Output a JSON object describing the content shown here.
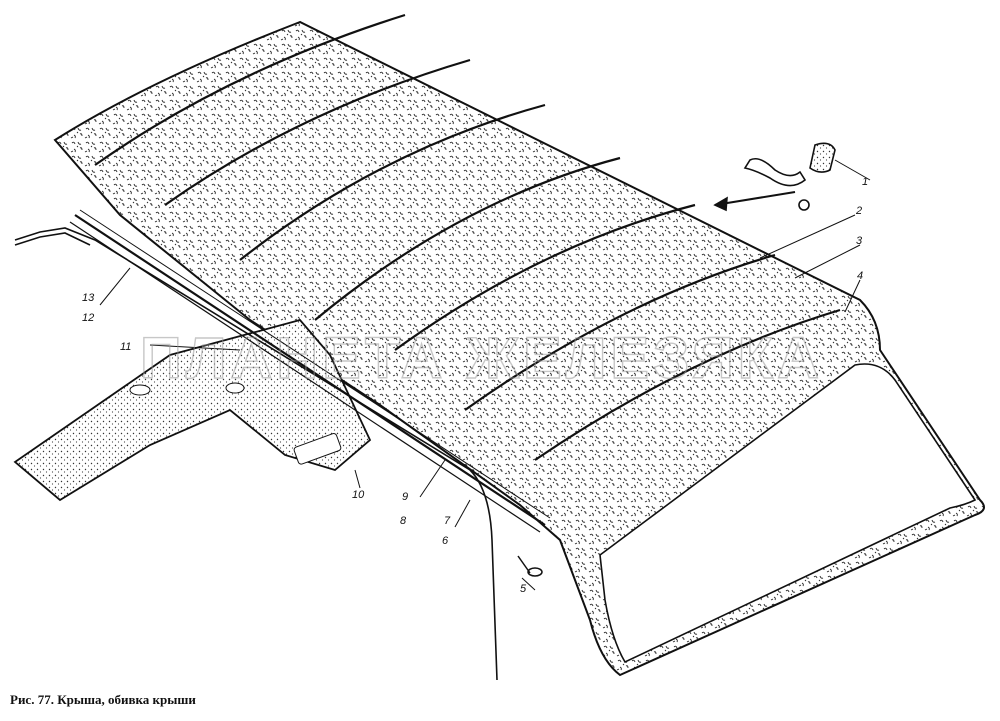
{
  "caption": "Рис. 77. Крыша, обивка крыши",
  "watermark": "ПЛАНЕТА ЖЕЛЕЗЯКА",
  "callouts": [
    "1",
    "2",
    "3",
    "4",
    "5",
    "6",
    "7",
    "8",
    "9",
    "10",
    "11",
    "12",
    "13"
  ],
  "colors": {
    "ink": "#111111",
    "paper": "#ffffff",
    "watermark": "#9a9a9a"
  }
}
